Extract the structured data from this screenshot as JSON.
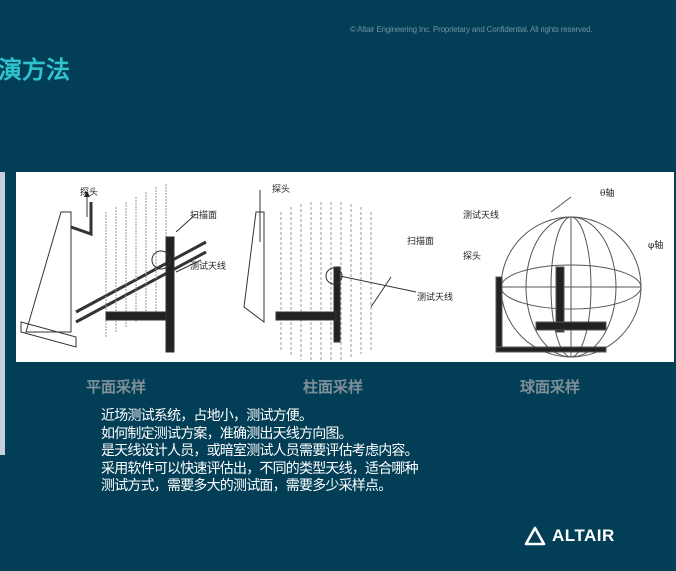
{
  "header": {
    "copyright": "© Altair Engineering Inc. Proprietary and Confidential. All rights reserved.",
    "title": "演方法",
    "subtitle": "："
  },
  "figures": [
    {
      "caption": "平面采样",
      "labels": {
        "probe": "探头",
        "scan_plane": "扫描面",
        "test_antenna": "测试天线"
      }
    },
    {
      "caption": "柱面采样",
      "labels": {
        "probe": "探头",
        "scan_plane": "扫描面",
        "test_antenna": "测试天线"
      }
    },
    {
      "caption": "球面采样",
      "labels": {
        "theta_axis": "θ轴",
        "test_antenna": "测试天线",
        "phi_axis": "φ轴",
        "probe": "探头"
      }
    }
  ],
  "body": {
    "lines": [
      "近场测试系统，占地小，测试方便。",
      "如何制定测试方案，准确测出天线方向图。",
      "是天线设计人员，或暗室测试人员需要评估考虑内容。",
      "采用软件可以快速评估出，不同的类型天线，适合哪种",
      "测试方式，需要多大的测试面，需要多少采样点。"
    ]
  },
  "footer": {
    "logo": "ALTAIR"
  },
  "colors": {
    "background": "#023f57",
    "title": "#2ec3cf",
    "caption": "#7f8f98"
  }
}
